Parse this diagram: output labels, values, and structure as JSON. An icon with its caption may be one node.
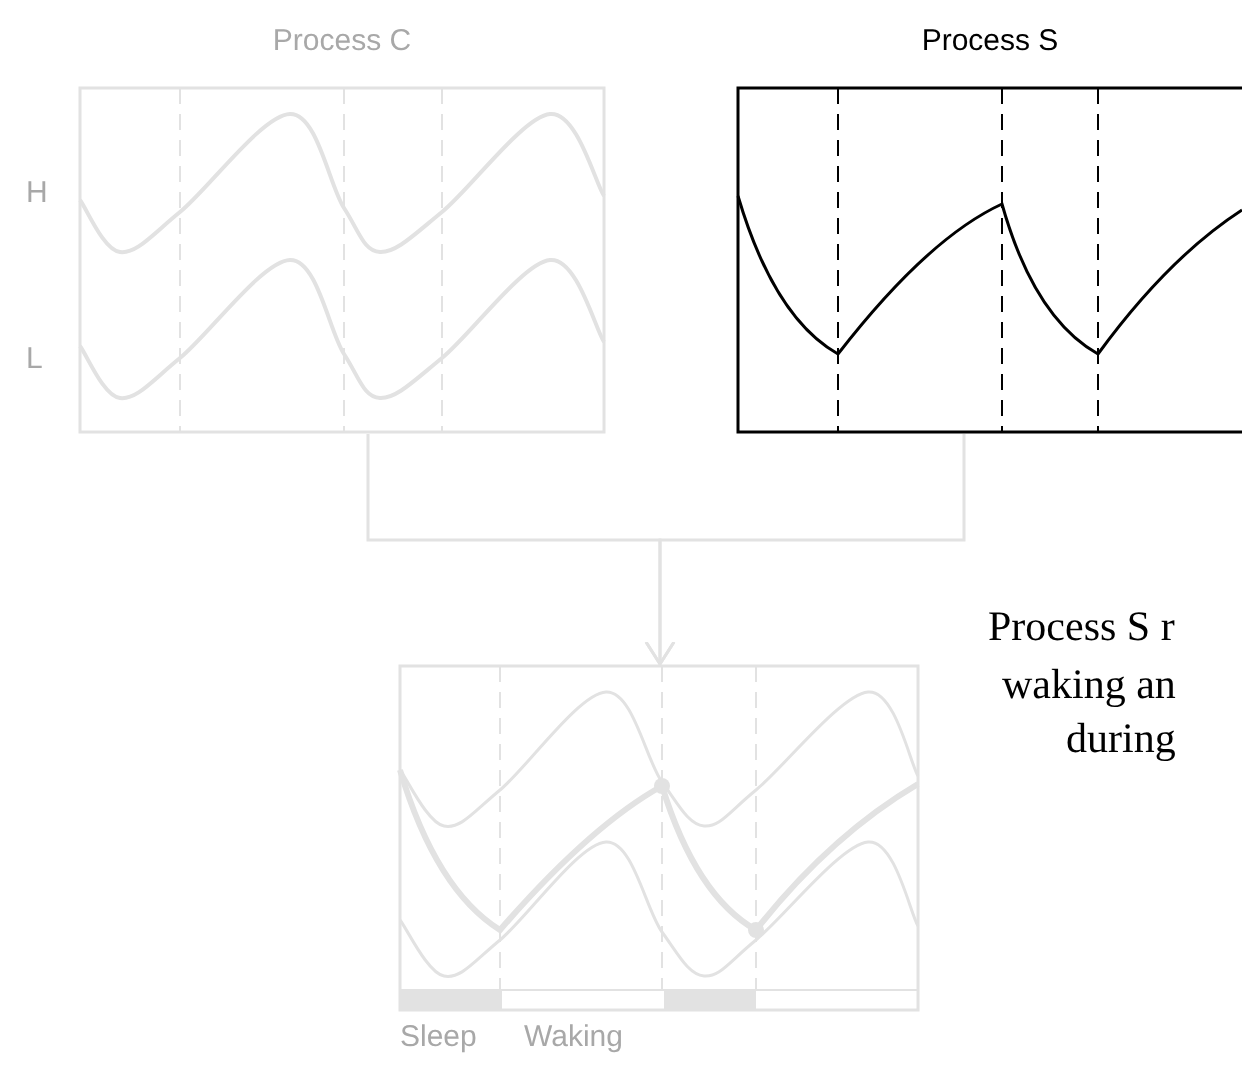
{
  "diagram": {
    "nodes": [
      {
        "text": [
          "Process C"
        ],
        "beside": [
          "H",
          "L"
        ]
      },
      {
        "text": [
          "Process S"
        ]
      },
      {
        "text": [],
        "shape": "picture",
        "beside": [
          "Sleep",
          "Waking"
        ]
      }
    ],
    "edges": [
      {
        "from": 0,
        "to": 2,
        "arrow": "to"
      },
      {
        "from": 1,
        "to": 2,
        "arrow": "to"
      }
    ],
    "labels": [
      "Process S r",
      "waking an",
      "during"
    ]
  }
}
